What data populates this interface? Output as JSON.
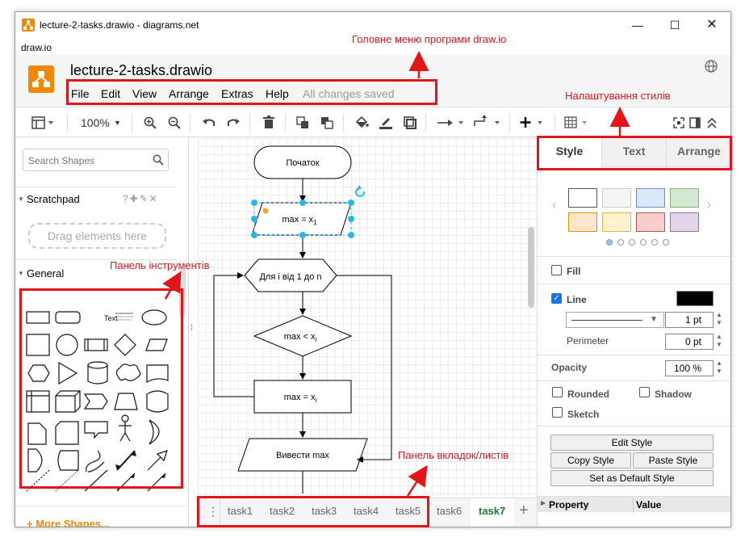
{
  "window": {
    "title": "lecture-2-tasks.drawio - diagrams.net",
    "app_label": "draw.io",
    "controls": [
      "minimize",
      "maximize",
      "close"
    ]
  },
  "header": {
    "doc_title": "lecture-2-tasks.drawio",
    "menu": [
      "File",
      "Edit",
      "View",
      "Arrange",
      "Extras",
      "Help"
    ],
    "status": "All changes saved"
  },
  "toolbar": {
    "zoom": "100%"
  },
  "sidebar": {
    "search_placeholder": "Search Shapes",
    "scratchpad_title": "Scratchpad",
    "scratchpad_hint": "Drag elements here",
    "general_title": "General",
    "text_shape_label": "Text",
    "more_shapes": "More Shapes..."
  },
  "diagram": {
    "start": "Початок",
    "assign1": "max = x",
    "assign1_sub": "1",
    "loop": "Для i від 1 до n",
    "cond": "max < x",
    "cond_sub": "i",
    "assign2": "max  = x",
    "assign2_sub": "i",
    "output": "Вивести max"
  },
  "tabs": [
    "task1",
    "task2",
    "task3",
    "task4",
    "task5",
    "task6",
    "task7"
  ],
  "active_tab": "task7",
  "format_panel": {
    "tabs": [
      "Style",
      "Text",
      "Arrange"
    ],
    "fill_label": "Fill",
    "line_label": "Line",
    "line_width": "1 pt",
    "perimeter_label": "Perimeter",
    "perimeter_value": "0 pt",
    "opacity_label": "Opacity",
    "opacity_value": "100 %",
    "rounded_label": "Rounded",
    "shadow_label": "Shadow",
    "sketch_label": "Sketch",
    "edit_style": "Edit Style",
    "copy_style": "Copy Style",
    "paste_style": "Paste Style",
    "default_style": "Set as Default Style",
    "property_header": "Property",
    "value_header": "Value",
    "swatches": [
      "#ffffff",
      "#f5f5f5",
      "#dae8fc",
      "#d5e8d4",
      "#ffe6cc",
      "#fff2cc",
      "#f8cecc",
      "#e1d5e7"
    ]
  },
  "annotations": {
    "main_menu": "Головне меню програми draw.io",
    "style_settings": "Налаштування стилів",
    "tool_panel": "Панель інструментів",
    "tabs_panel": "Панель вкладок/листів"
  },
  "colors": {
    "accent": "#f08705",
    "annotation": "#e0161b",
    "selection": "#29b6f2",
    "active_tab": "#1c7c32"
  }
}
